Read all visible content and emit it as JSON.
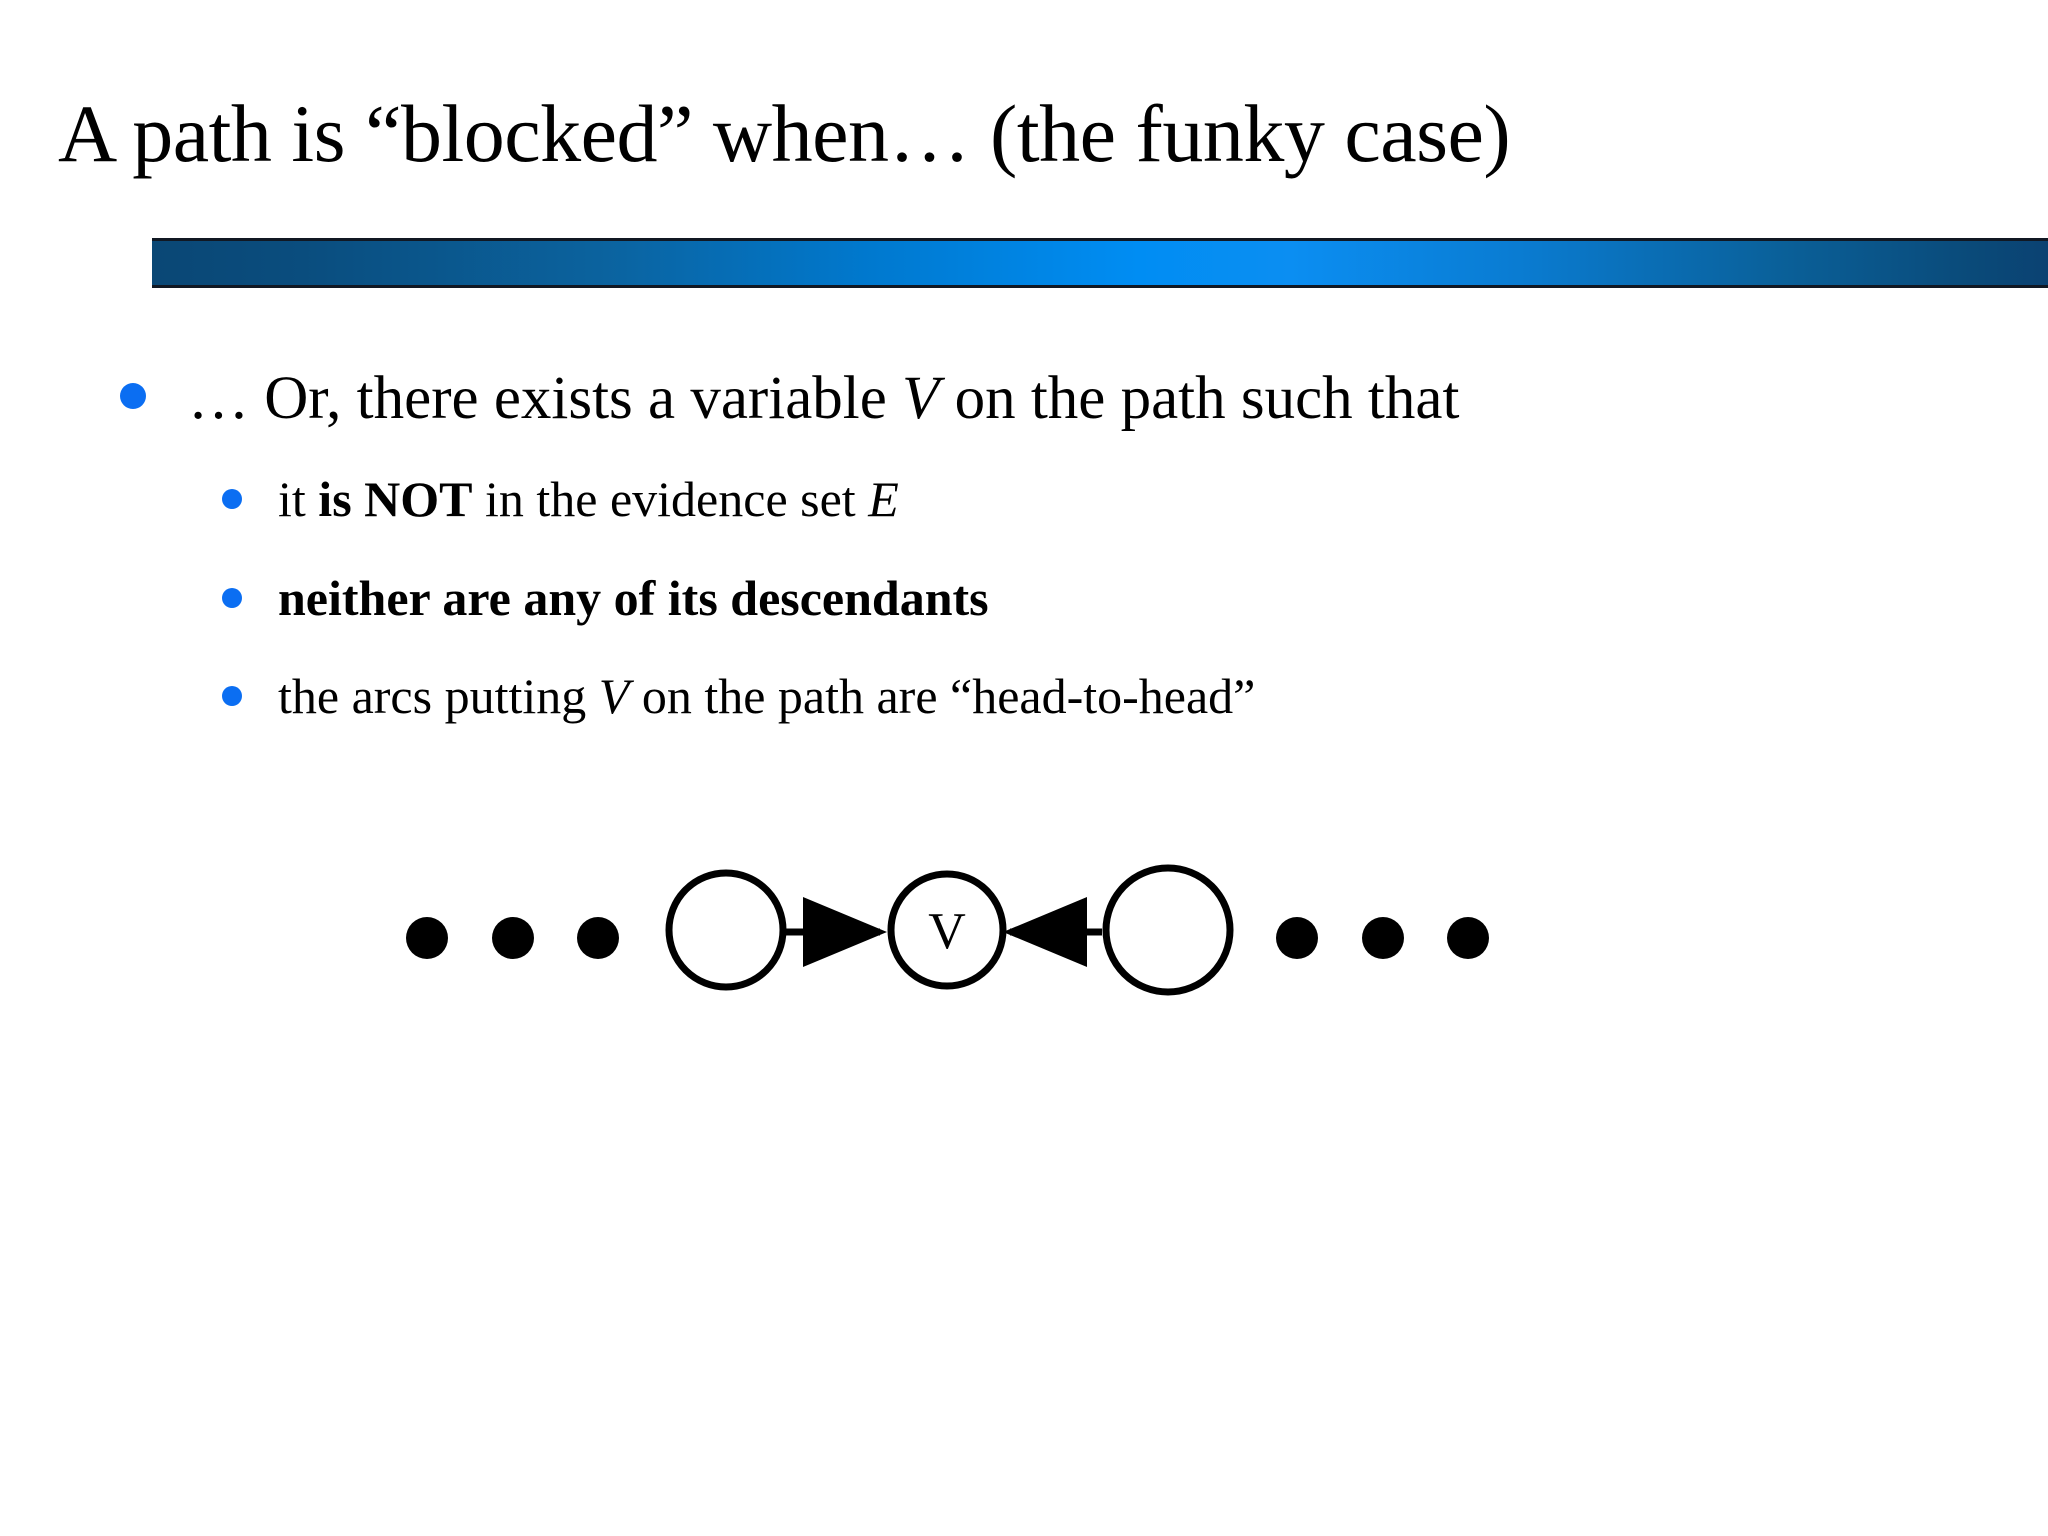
{
  "slide": {
    "title": "A path is “blocked” when…  (the funky case)",
    "accent_color_dark": "#0a4775",
    "accent_color_bright": "#008df3",
    "bullet_color": "#0b6ef2",
    "background_color": "#ffffff",
    "text_color": "#000000"
  },
  "bullets": {
    "level1": {
      "prefix": "… Or, there exists a variable ",
      "italic_var": "V",
      "suffix": " on the path such that",
      "full_text": "… Or, there exists a variable V on the path such that"
    },
    "level2": [
      {
        "id": "not-in-evidence",
        "part_plain_1": "it ",
        "part_bold": "is NOT",
        "part_plain_2": " in the evidence set ",
        "part_italic": "E",
        "full_text": "it is NOT in the evidence set E"
      },
      {
        "id": "no-descendants",
        "part_bold": "neither are any of its descendants",
        "full_text": "neither are any of its descendants"
      },
      {
        "id": "head-to-head",
        "part_plain_1": "the arcs putting ",
        "part_italic": "V",
        "part_plain_2": " on the path are “head-to-head”",
        "full_text": "the arcs putting V on the path are “head-to-head”"
      }
    ]
  },
  "diagram": {
    "description": "head-to-head (collider) path fragment",
    "left_ellipsis_dots": 3,
    "right_ellipsis_dots": 3,
    "nodes": [
      {
        "id": "parent-left",
        "label": ""
      },
      {
        "id": "collider",
        "label": "V"
      },
      {
        "id": "parent-right",
        "label": ""
      }
    ],
    "edges": [
      {
        "from": "parent-left",
        "to": "collider",
        "direction": "right"
      },
      {
        "from": "parent-right",
        "to": "collider",
        "direction": "left"
      }
    ],
    "stroke_color": "#000000"
  }
}
